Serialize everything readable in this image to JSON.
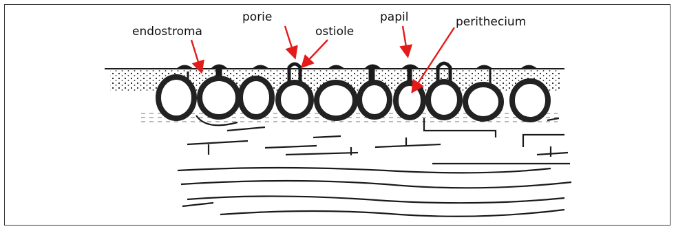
{
  "labels": {
    "endostroma": "endostroma",
    "porie": "porie",
    "ostiole": "ostiole",
    "papil": "papil",
    "perithecium": "perithecium"
  },
  "colors": {
    "arrow": "#e31b1b",
    "ink": "#1a1a1a",
    "wall": "#2a2a2a"
  }
}
